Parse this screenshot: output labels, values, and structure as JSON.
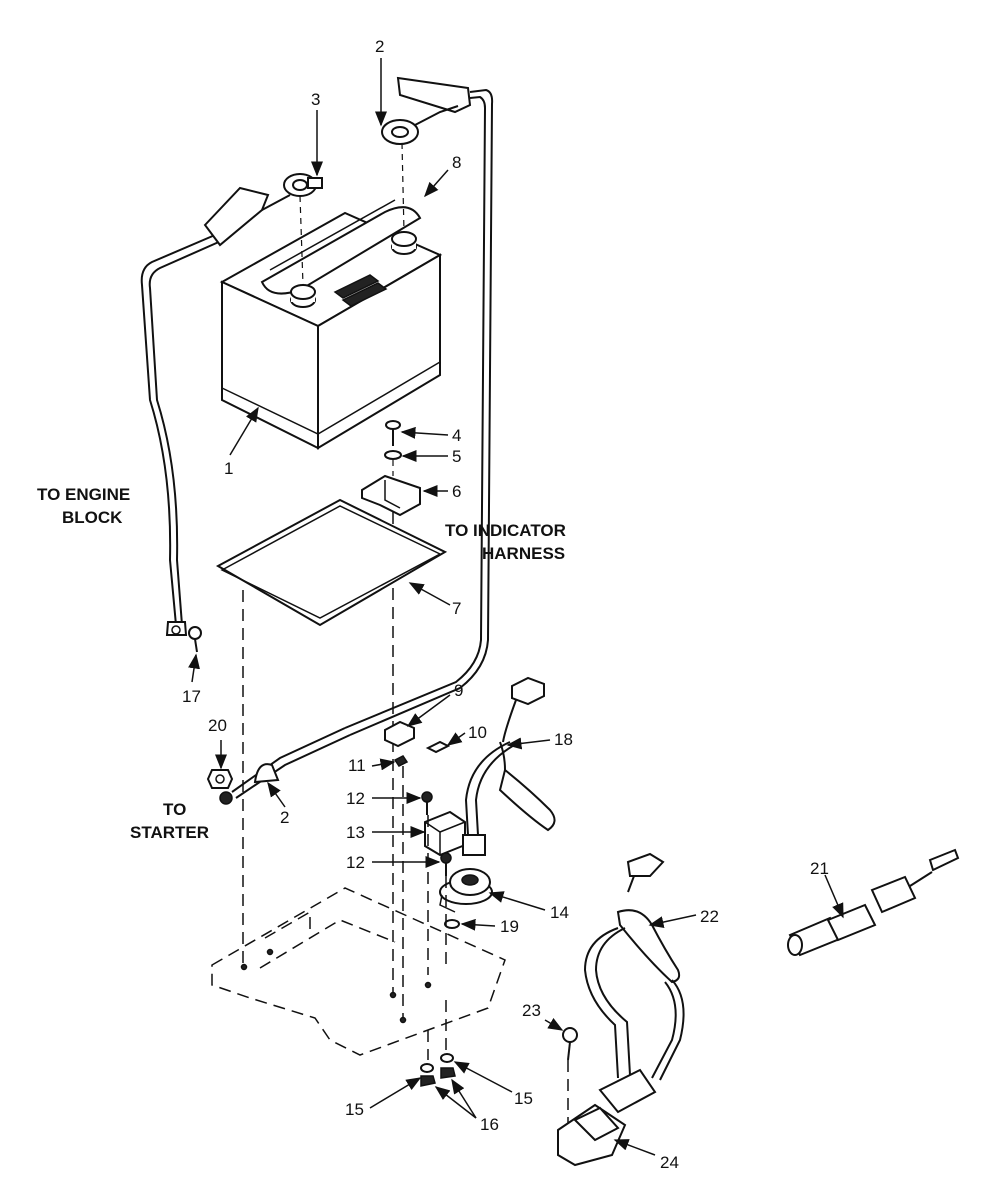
{
  "captions": {
    "engine_block_line1": "TO ENGINE",
    "engine_block_line2": "BLOCK",
    "indicator_line1": "TO INDICATOR",
    "indicator_line2": "HARNESS",
    "starter_line1": "TO",
    "starter_line2": "STARTER"
  },
  "callouts": {
    "n1": "1",
    "n2a": "2",
    "n2b": "2",
    "n3": "3",
    "n4": "4",
    "n5": "5",
    "n6": "6",
    "n7": "7",
    "n8": "8",
    "n9": "9",
    "n10": "10",
    "n11": "11",
    "n12a": "12",
    "n12b": "12",
    "n13": "13",
    "n14": "14",
    "n15a": "15",
    "n15b": "15",
    "n16": "16",
    "n17": "17",
    "n18": "18",
    "n19": "19",
    "n20": "20",
    "n21": "21",
    "n22": "22",
    "n23": "23",
    "n24": "24"
  }
}
